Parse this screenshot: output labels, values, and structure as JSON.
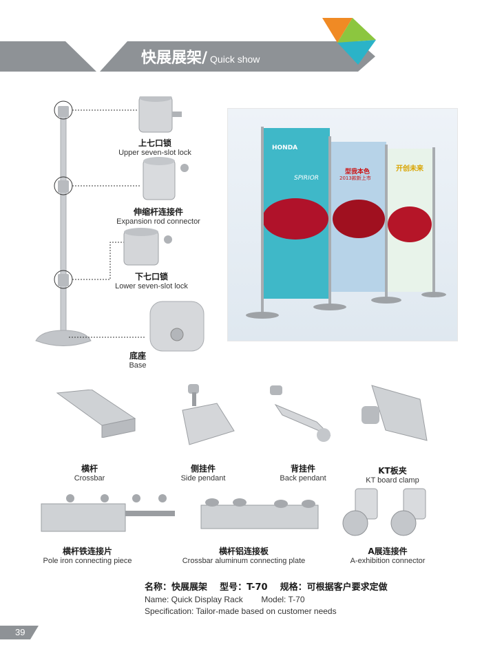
{
  "header": {
    "title_cn": "快展展架/",
    "title_en": "Quick show"
  },
  "rack_parts": [
    {
      "cn": "上七口锁",
      "en": "Upper seven-slot lock"
    },
    {
      "cn": "伸缩杆连接件",
      "en": "Expansion rod connector"
    },
    {
      "cn": "下七口锁",
      "en": "Lower seven-slot lock"
    },
    {
      "cn": "底座",
      "en": "Base"
    }
  ],
  "accessories_row1": [
    {
      "cn": "横杆",
      "en": "Crossbar"
    },
    {
      "cn": "侧挂件",
      "en": "Side pendant"
    },
    {
      "cn": "背挂件",
      "en": "Back pendant"
    },
    {
      "cn": "KT板夹",
      "en": "KT board clamp"
    }
  ],
  "accessories_row2": [
    {
      "cn": "横杆铁连接片",
      "en": "Pole iron connecting piece"
    },
    {
      "cn": "横杆铝连接板",
      "en": "Crossbar aluminum connecting plate"
    },
    {
      "cn": "A展连接件",
      "en": "A-exhibition connector"
    }
  ],
  "photo": {
    "brand": "HONDA",
    "model": "SPIRIOR",
    "banner2_text": "型我本色",
    "banner2_sub": "2013款新上市",
    "banner3_text": "开创未来"
  },
  "specs": {
    "line1": "名称：快展展架    型号：T-70    规格：可根据客户要求定做",
    "line2": "Name: Quick Display Rack        Model: T-70",
    "line3": "Specification: Tailor-made based on customer needs"
  },
  "page_number": "39",
  "colors": {
    "band": "#8e9296",
    "tri_orange": "#f08a24",
    "tri_green": "#8cc63f",
    "tri_teal": "#2bb3c8"
  }
}
